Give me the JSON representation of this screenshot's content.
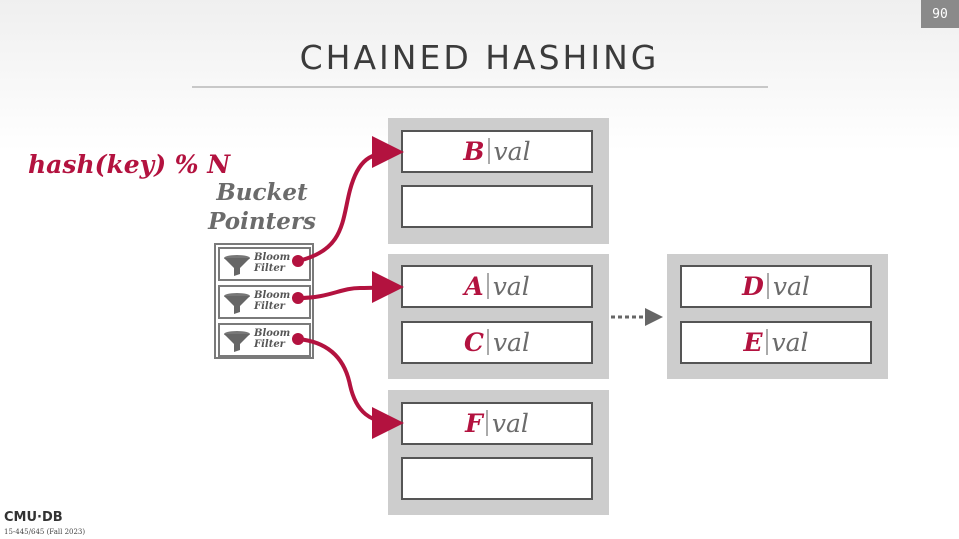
{
  "slide": {
    "number": "90",
    "title": "CHAINED HASHING"
  },
  "hash_function": "hash(key) % N",
  "bucket_pointers": {
    "label_line1": "Bucket",
    "label_line2": "Pointers",
    "cells": [
      {
        "line1": "Bloom",
        "line2": "Filter"
      },
      {
        "line1": "Bloom",
        "line2": "Filter"
      },
      {
        "line1": "Bloom",
        "line2": "Filter"
      }
    ]
  },
  "buckets": {
    "b1": {
      "slot1_key": "B",
      "slot1_val": "val"
    },
    "b2": {
      "slot1_key": "A",
      "slot1_val": "val",
      "slot2_key": "C",
      "slot2_val": "val"
    },
    "b3": {
      "slot1_key": "F",
      "slot1_val": "val"
    },
    "b2_overflow": {
      "slot1_key": "D",
      "slot1_val": "val",
      "slot2_key": "E",
      "slot2_val": "val"
    }
  },
  "footer": {
    "logo": "CMU·DB",
    "course": "15-445/645 (Fall 2023)"
  },
  "colors": {
    "accent": "#b3123f",
    "text_gray": "#6b6b6b",
    "bucket_bg": "#cdcdcd"
  }
}
